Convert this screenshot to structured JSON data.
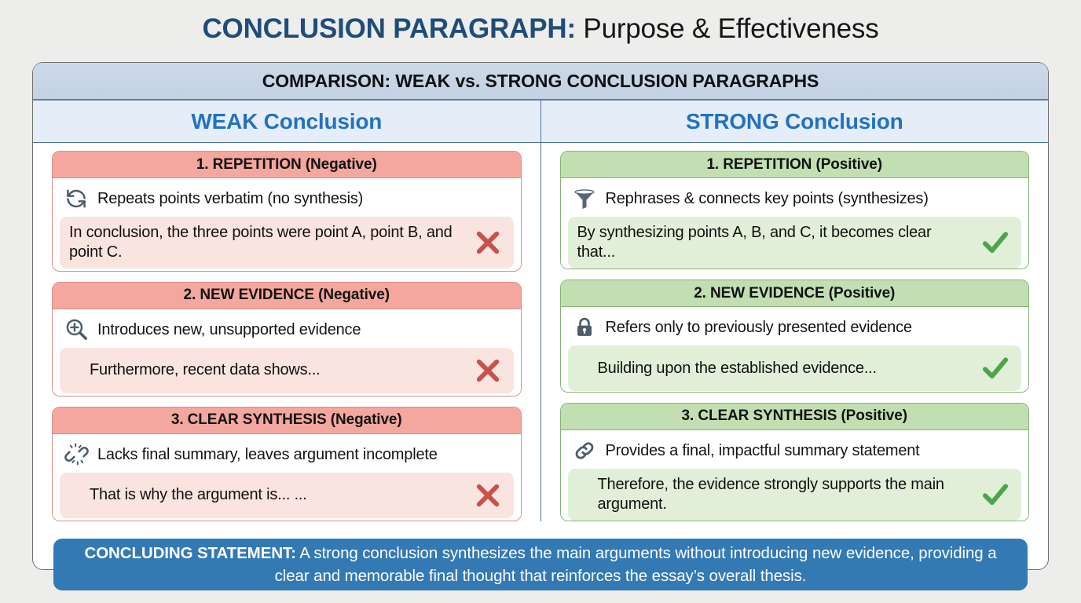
{
  "title": {
    "strong": "CONCLUSION PARAGRAPH:",
    "light": " Purpose & Effectiveness"
  },
  "comparison_header": {
    "part1": "COMPARISON: WEAK ",
    "part2": "vs.",
    "part3": " STRONG CONCLUSION PARAGRAPHS"
  },
  "columns": {
    "weak_label": "WEAK Conclusion",
    "strong_label": "STRONG Conclusion"
  },
  "weak_items": [
    {
      "header": "1. REPETITION (Negative)",
      "icon": "repeat-icon",
      "description": "Repeats points verbatim (no synthesis)",
      "quote": "In conclusion, the three points were point A, point B, and point C.",
      "mark": "cross-mark"
    },
    {
      "header": "2. NEW EVIDENCE (Negative)",
      "icon": "zoom-in-icon",
      "description": "Introduces new, unsupported evidence",
      "quote": "Furthermore, recent data shows...",
      "mark": "cross-mark"
    },
    {
      "header": "3. CLEAR SYNTHESIS (Negative)",
      "icon": "broken-link-icon",
      "description": "Lacks final summary, leaves argument incomplete",
      "quote": "That is why the argument is... ...",
      "mark": "cross-mark"
    }
  ],
  "strong_items": [
    {
      "header": "1. REPETITION (Positive)",
      "icon": "funnel-icon",
      "description": "Rephrases & connects key points (synthesizes)",
      "quote": "By synthesizing points A, B, and C, it becomes clear that...",
      "mark": "check-mark"
    },
    {
      "header": "2. NEW EVIDENCE (Positive)",
      "icon": "lock-icon",
      "description": "Refers only to previously presented evidence",
      "quote": "Building upon the established evidence...",
      "mark": "check-mark"
    },
    {
      "header": "3. CLEAR SYNTHESIS (Positive)",
      "icon": "link-icon",
      "description": "Provides a final, impactful summary statement",
      "quote": "Therefore, the evidence strongly supports the main argument.",
      "mark": "check-mark"
    }
  ],
  "banner": {
    "label": "CONCLUDING STATEMENT:",
    "text": " A strong conclusion synthesizes the main arguments without introducing new evidence, providing a clear and memorable final thought that reinforces the essay’s overall thesis."
  },
  "colors": {
    "page_background": "#ededeb",
    "title_accent": "#1f4d79",
    "column_header_text": "#2372c0",
    "column_header_background": "#e5edf9",
    "comparison_band": "#c6d3e3",
    "weak_header": "#f3a79e",
    "weak_quote": "#fae4e0",
    "weak_border": "#d98f86",
    "strong_header": "#c2dfb2",
    "strong_quote": "#e1efd8",
    "strong_border": "#86b377",
    "cross_mark": "#c9514b",
    "check_mark": "#4ba64b",
    "banner_background": "#3379b4",
    "icon_slate": "#4c5c6b"
  }
}
